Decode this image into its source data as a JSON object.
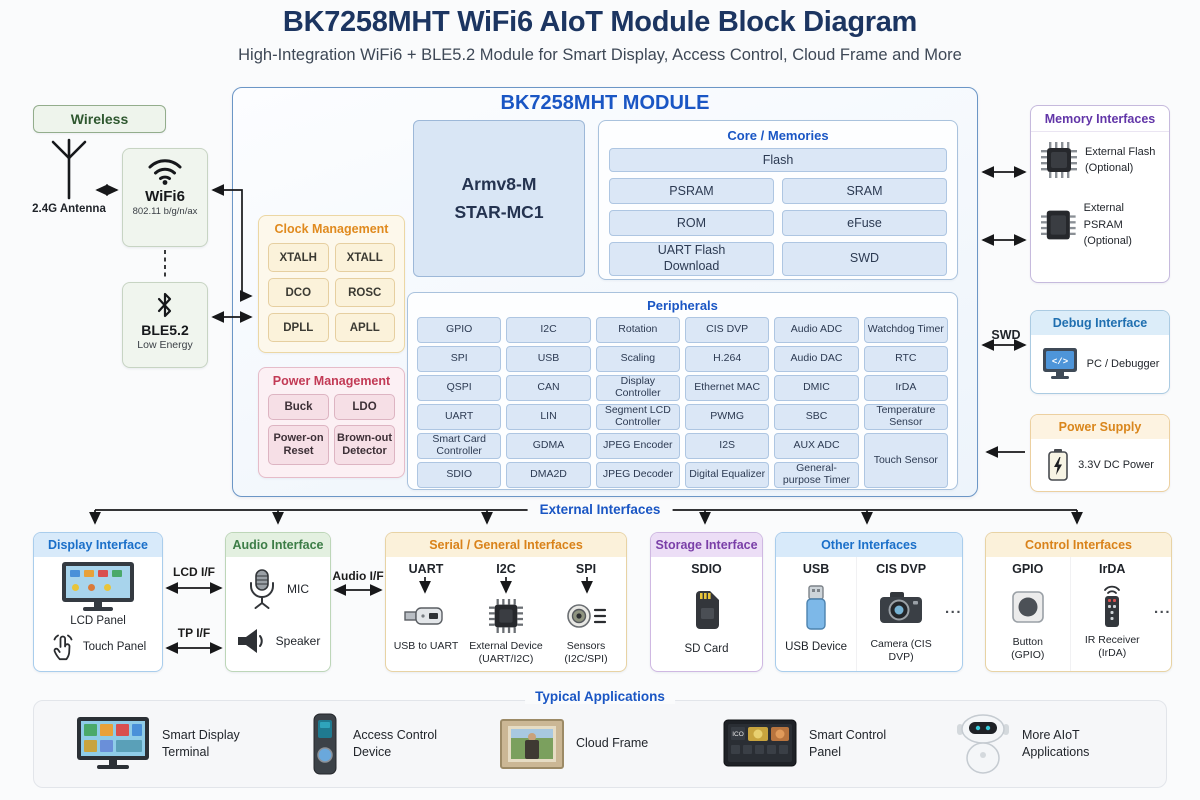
{
  "colors": {
    "title_navy": "#1c3561",
    "accent_blue": "#1a56c4",
    "accent_orange": "#d9821a",
    "accent_red": "#c23a55",
    "accent_green": "#3c7d46",
    "accent_purple": "#6a3fa8",
    "cell_blue_fill": "#dbe7f6"
  },
  "header": {
    "title": "BK7258MHT WiFi6 AIoT Module Block Diagram",
    "subtitle": "High-Integration WiFi6 + BLE5.2 Module for Smart Display, Access Control, Cloud Frame and More"
  },
  "wireless": {
    "badge": "Wireless",
    "antenna": "2.4G Antenna",
    "wifi_title": "WiFi6",
    "wifi_sub": "802.11 b/g/n/ax",
    "ble_title": "BLE5.2",
    "ble_sub": "Low Energy"
  },
  "module": {
    "title": "BK7258MHT MODULE",
    "cpu_line1": "Armv8-M",
    "cpu_line2": "STAR-MC1",
    "clock": {
      "title": "Clock Management",
      "items": [
        "XTALH",
        "XTALL",
        "DCO",
        "ROSC",
        "DPLL",
        "APLL"
      ]
    },
    "power": {
      "title": "Power Management",
      "items": [
        "Buck",
        "LDO",
        "Power-on Reset",
        "Brown-out Detector"
      ]
    },
    "core": {
      "title": "Core / Memories",
      "flash": "Flash",
      "items": [
        "PSRAM",
        "SRAM",
        "ROM",
        "eFuse",
        "UART Flash Download",
        "SWD"
      ]
    },
    "peripherals": {
      "title": "Peripherals",
      "items": [
        "GPIO",
        "I2C",
        "Rotation",
        "CIS DVP",
        "Audio ADC",
        "Watchdog Timer",
        "SPI",
        "USB",
        "Scaling",
        "H.264",
        "Audio DAC",
        "RTC",
        "QSPI",
        "CAN",
        "Display Controller",
        "Ethernet MAC",
        "DMIC",
        "IrDA",
        "UART",
        "LIN",
        "Segment LCD Controller",
        "PWMG",
        "SBC",
        "Temperature Sensor",
        "Smart Card Controller",
        "GDMA",
        "JPEG Encoder",
        "I2S",
        "AUX ADC",
        "Touch Sensor",
        "SDIO",
        "DMA2D",
        "JPEG Decoder",
        "Digital Equalizer",
        "General-purpose Timer"
      ]
    }
  },
  "right_panel": {
    "memory": {
      "title": "Memory Interfaces",
      "items": [
        {
          "name": "External Flash",
          "note": "(Optional)"
        },
        {
          "name": "External PSRAM",
          "note": "(Optional)"
        }
      ]
    },
    "debug": {
      "title": "Debug Interface",
      "device": "PC / Debugger",
      "bus": "SWD",
      "icon_glyph": "</>"
    },
    "supply": {
      "title": "Power Supply",
      "device": "3.3V DC Power"
    }
  },
  "external": {
    "label": "External Interfaces",
    "lcd_if": "LCD I/F",
    "tp_if": "TP I/F",
    "audio_if": "Audio I/F",
    "display": {
      "title": "Display Interface",
      "lcd": "LCD Panel",
      "touch": "Touch Panel"
    },
    "audio": {
      "title": "Audio Interface",
      "mic": "MIC",
      "speaker": "Speaker"
    },
    "serial": {
      "title": "Serial / General Interfaces",
      "cols": [
        {
          "bus": "UART",
          "device": "USB to UART"
        },
        {
          "bus": "I2C",
          "device": "External Device (UART/I2C)"
        },
        {
          "bus": "SPI",
          "device": "Sensors (I2C/SPI)"
        }
      ]
    },
    "storage": {
      "title": "Storage Interface",
      "cols": [
        {
          "bus": "SDIO",
          "device": "SD Card"
        }
      ]
    },
    "other": {
      "title": "Other Interfaces",
      "cols": [
        {
          "bus": "USB",
          "device": "USB Device"
        },
        {
          "bus": "CIS DVP",
          "device": "Camera (CIS DVP)"
        }
      ],
      "more": "..."
    },
    "control": {
      "title": "Control Interfaces",
      "cols": [
        {
          "bus": "GPIO",
          "device": "Button (GPIO)"
        },
        {
          "bus": "IrDA",
          "device": "IR Receiver (IrDA)"
        }
      ],
      "more": "..."
    }
  },
  "applications": {
    "label": "Typical Applications",
    "panel_glyph": "ICO",
    "items": [
      "Smart Display Terminal",
      "Access Control Device",
      "Cloud Frame",
      "Smart Control Panel",
      "More AIoT Applications"
    ]
  }
}
